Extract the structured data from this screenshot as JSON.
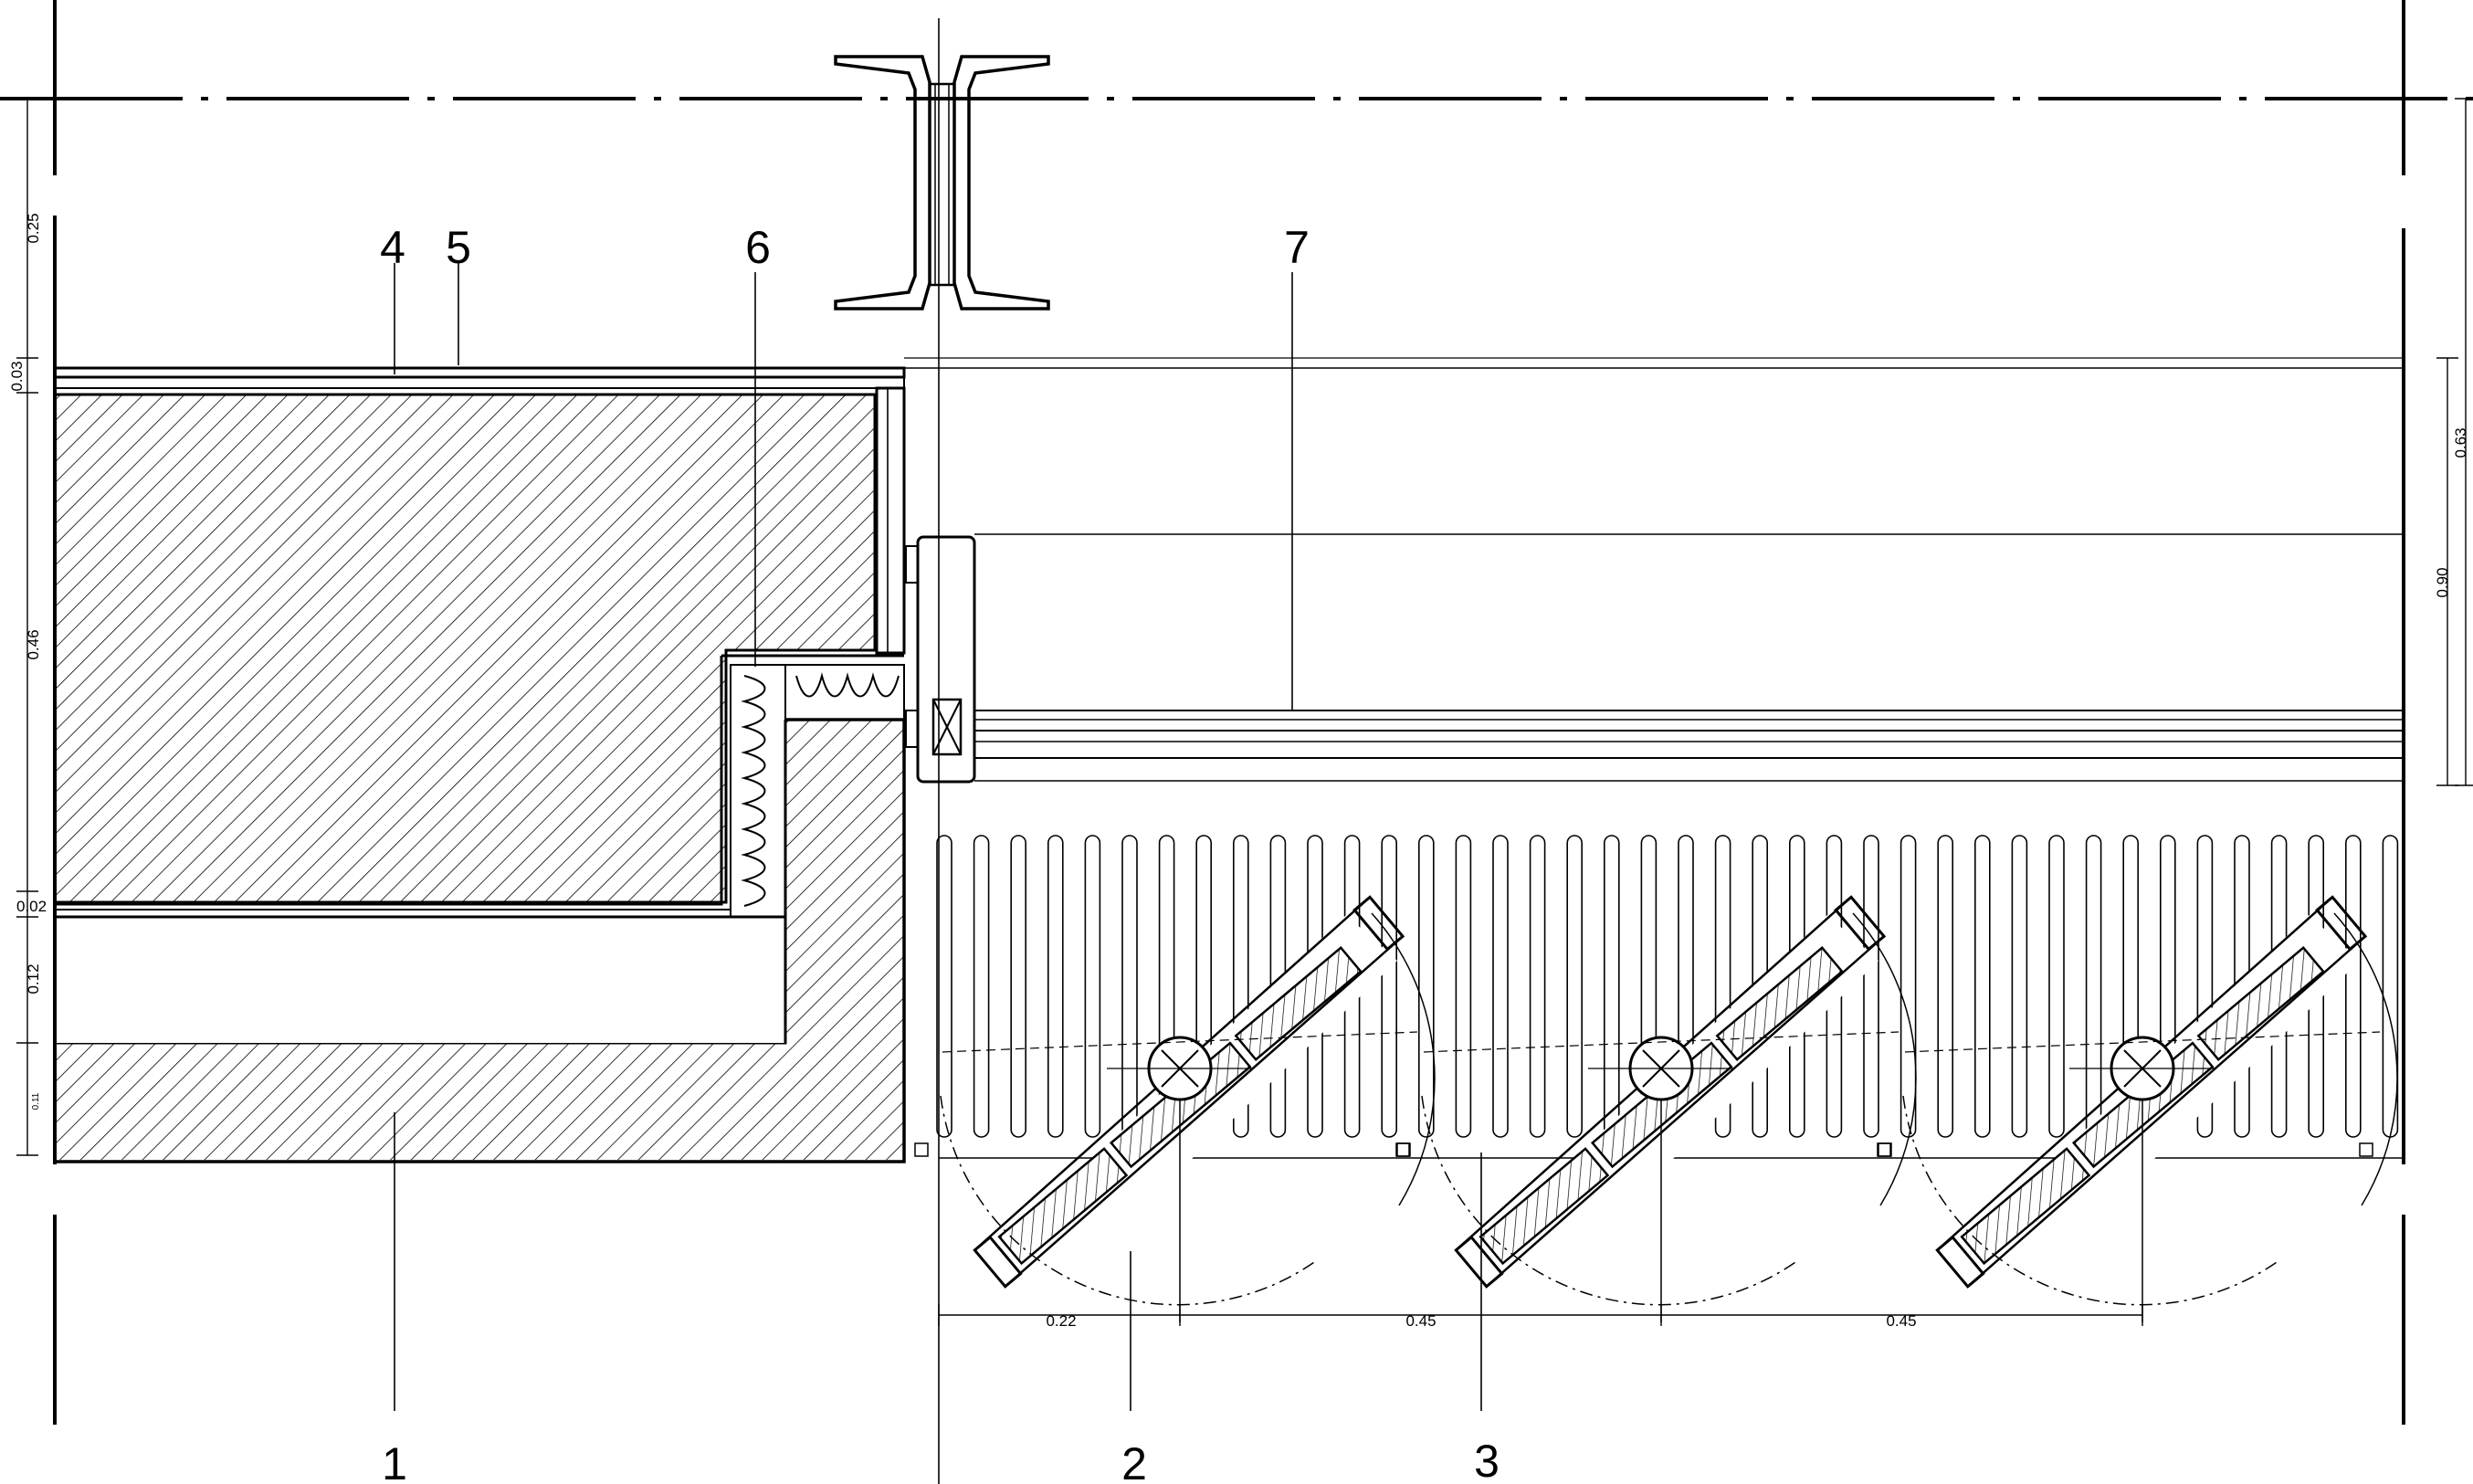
{
  "callouts": {
    "c1": "1",
    "c2": "2",
    "c3": "3",
    "c4": "4",
    "c5": "5",
    "c6": "6",
    "c7": "7"
  },
  "dimensions": {
    "left_0_25": "0.25",
    "left_0_03": "0.03",
    "left_0_46": "0.46",
    "left_0_02": "0.02",
    "left_0_12": "0.12",
    "left_0_11": "0.11",
    "right_0_63": "0.63",
    "right_0_90": "0.90",
    "bottom_0_22": "0.22",
    "bottom_0_45_a": "0.45",
    "bottom_0_45_b": "0.45"
  },
  "colors": {
    "line": "#000000",
    "background": "#ffffff"
  }
}
